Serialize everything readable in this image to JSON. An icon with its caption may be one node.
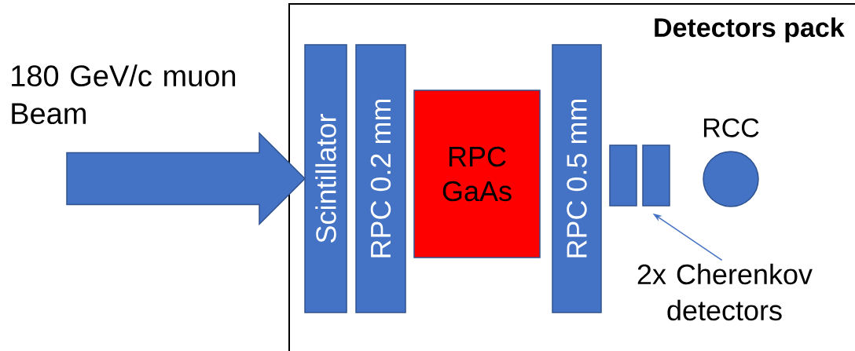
{
  "diagram": {
    "nodes": [
      {
        "text": [
          "Detectors pack"
        ]
      },
      {
        "text": [
          "Scintillator"
        ],
        "in": 0
      },
      {
        "text": [
          "RPC 0.2 mm"
        ],
        "in": 0
      },
      {
        "text": [
          "RPC GaAs"
        ],
        "in": 0
      },
      {
        "text": [
          "RPC 0.5 mm"
        ],
        "in": 0
      },
      {
        "text": [],
        "shape": "box",
        "in": 0
      },
      {
        "text": [],
        "shape": "box",
        "in": 0
      },
      {
        "text": [
          "RCC"
        ],
        "in": 0
      },
      {
        "text": [
          "2x Cherenkov detectors"
        ],
        "in": 0
      }
    ],
    "edges": [
      {
        "from": null,
        "to": 1,
        "arrow": "to",
        "style": "thick"
      },
      {
        "from": 8,
        "to": 6,
        "arrow": "to"
      }
    ],
    "labels": [
      "180 GeV/c muon Beam"
    ]
  }
}
